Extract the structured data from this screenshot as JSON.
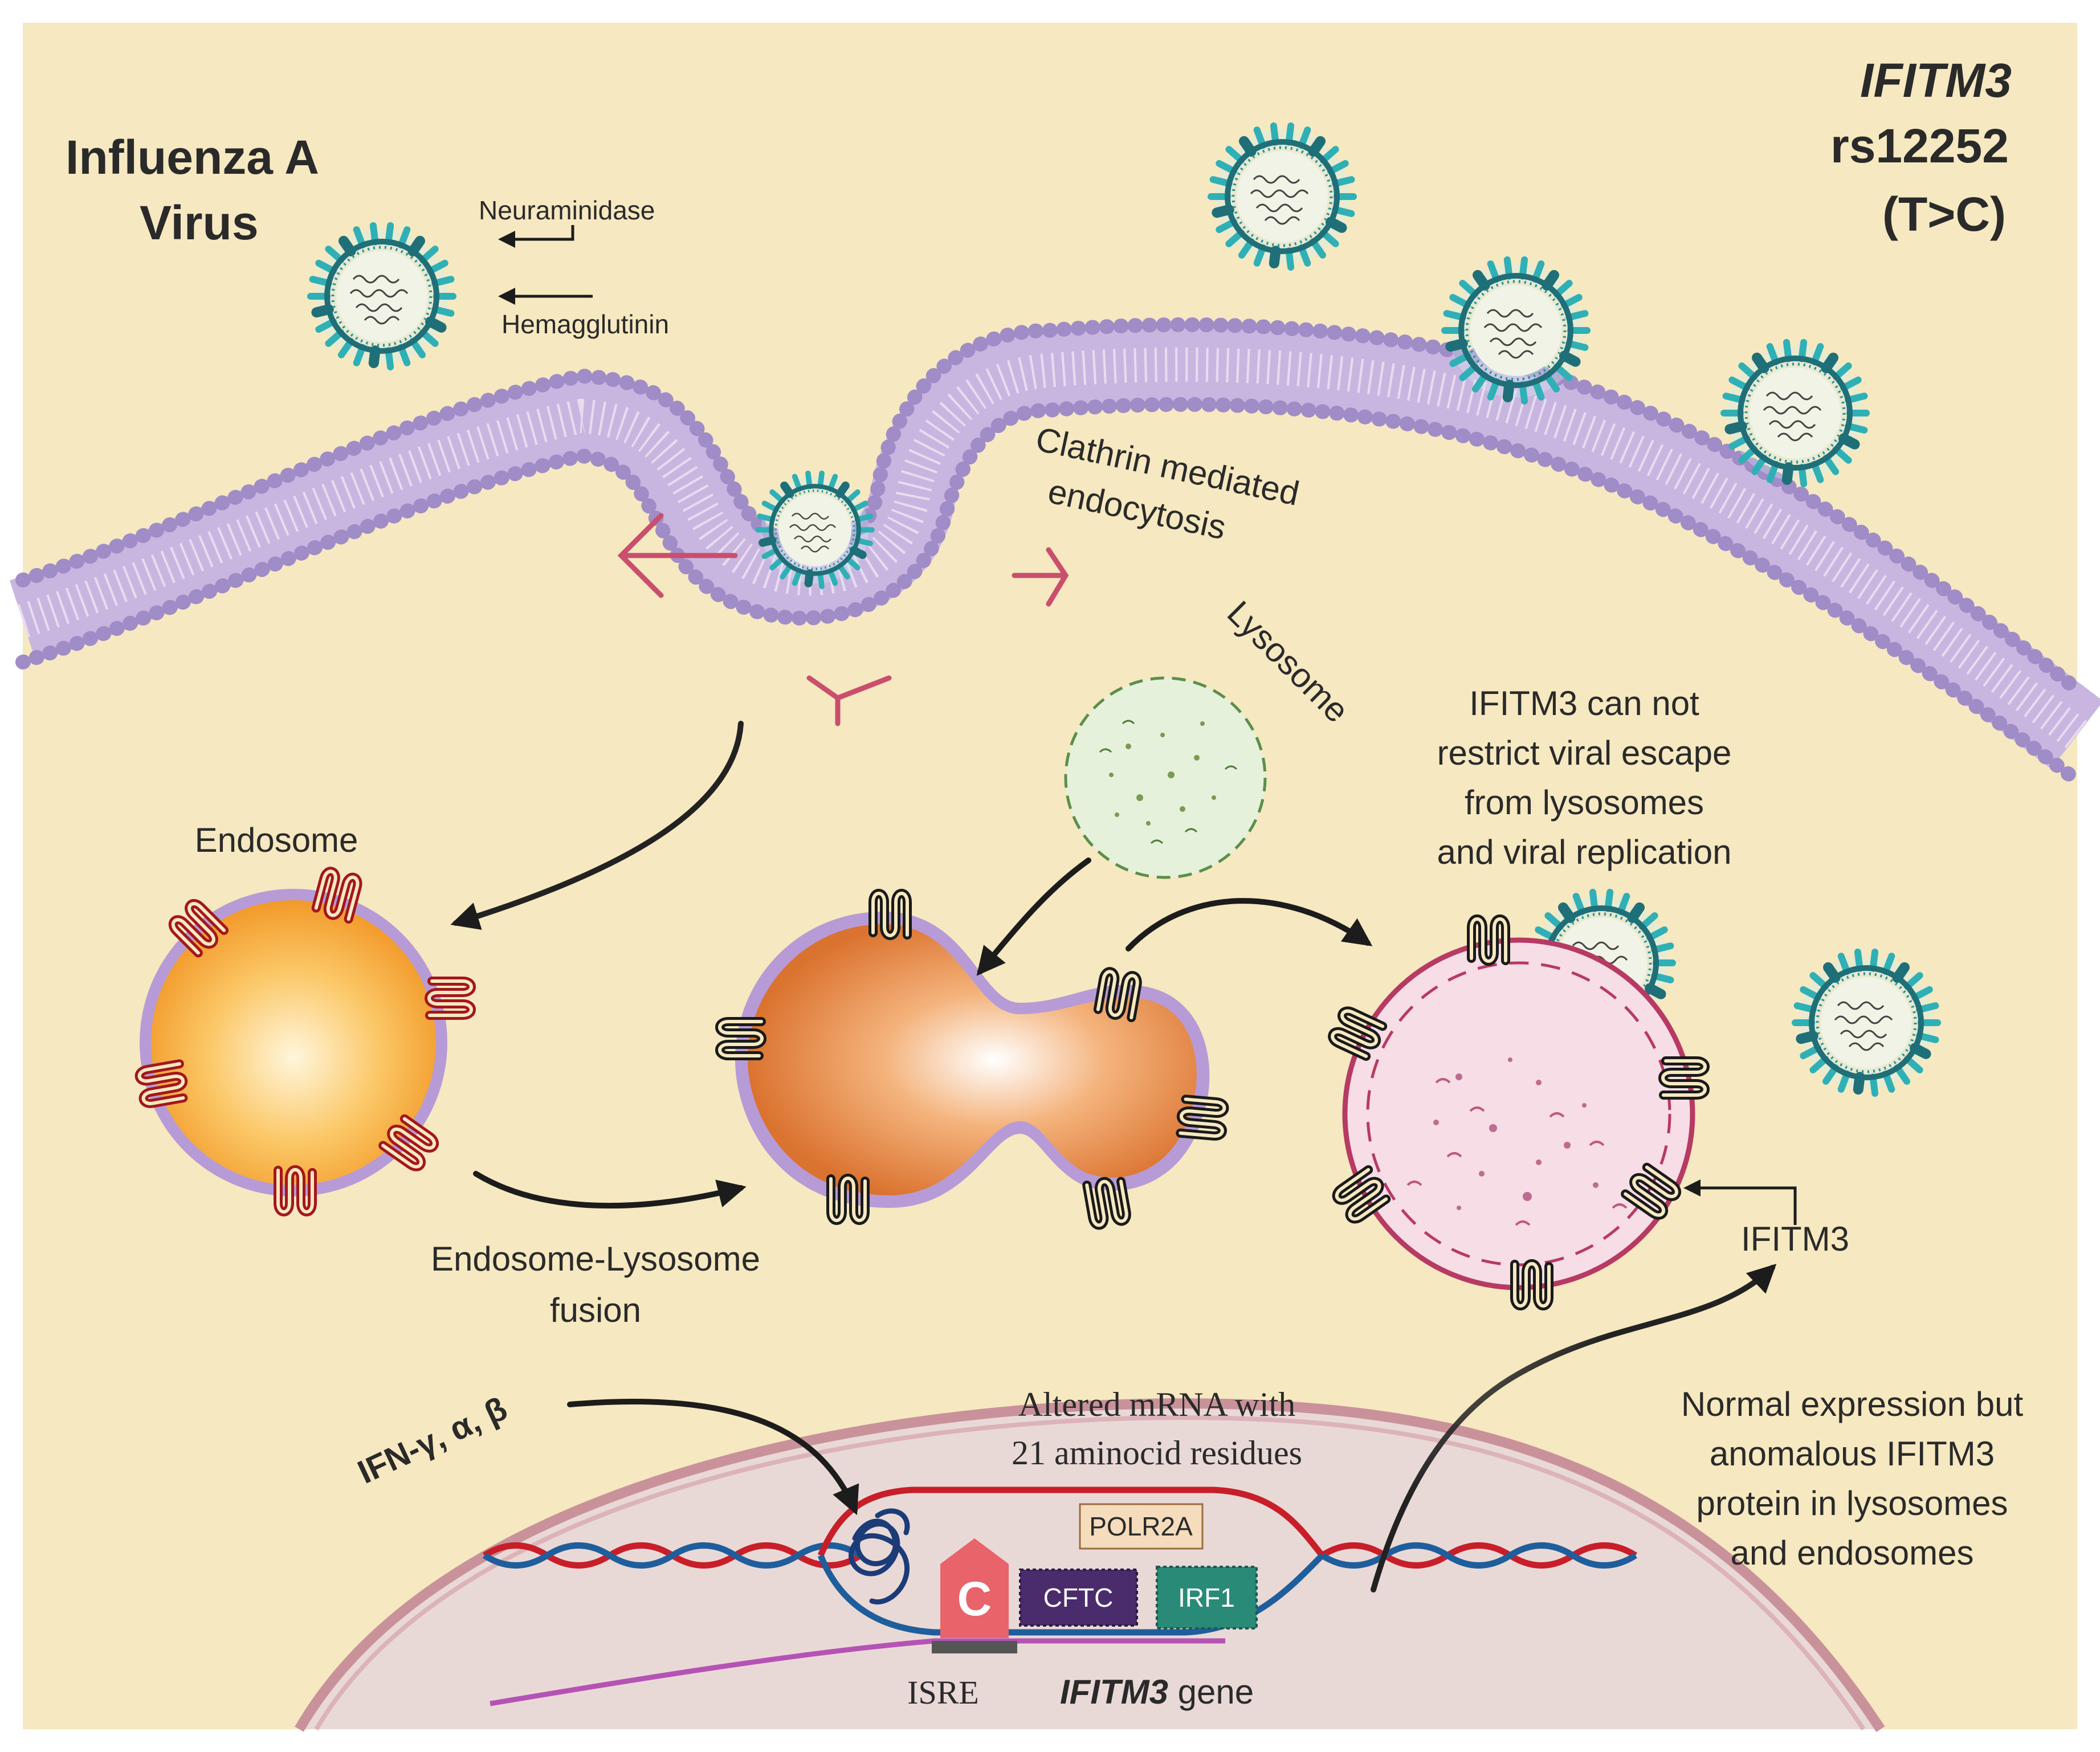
{
  "title": {
    "line1": "Influenza A",
    "line2": "Virus"
  },
  "variant": {
    "gene": "IFITM3",
    "snp": "rs12252",
    "allele": "(T>C)"
  },
  "virus_parts": {
    "neuraminidase": "Neuraminidase",
    "hemagglutinin": "Hemagglutinin"
  },
  "labels": {
    "clathrin_1": "Clathrin mediated",
    "clathrin_2": "endocytosis",
    "lysosome": "Lysosome",
    "endosome": "Endosome",
    "fusion_1": "Endosome-Lysosome",
    "fusion_2": "fusion",
    "restrict_1": "IFITM3 can not",
    "restrict_2": "restrict viral escape",
    "restrict_3": "from lysosomes",
    "restrict_4": "and viral replication",
    "ifitm3_protein": "IFITM3",
    "normal_1": "Normal expression but",
    "normal_2": "anomalous IFITM3",
    "normal_3": "protein in lysosomes",
    "normal_4": "and endosomes",
    "ifn": "IFN-γ, α, β",
    "mrna_1": "Altered mRNA with",
    "mrna_2": "21 aminocid residues",
    "polr2a": "POLR2A",
    "cftc": "CFTC",
    "irf1": "IRF1",
    "c_allele": "C",
    "isre": "ISRE",
    "gene_name": "IFITM3",
    "gene_suffix": " gene"
  },
  "colors": {
    "background": "#f6e8c0",
    "membrane_head": "#a08cc6",
    "membrane_tail": "#c9b6e0",
    "clathrin": "#c94f6d",
    "virus_spike_teal": "#2fb0b6",
    "virus_spike_dark": "#1f6f78",
    "endosome_fill": "#f7a73a",
    "fusion_fill": "#e0803a",
    "lysosome_fill": "#f6dde6",
    "lysosome_border": "#b73a63",
    "ifitm3_red": "#a3171c",
    "ifitm3_black": "#1a1a1a",
    "nucleus_fill": "#e9d9d6",
    "nucleus_border": "#c9929a",
    "dna_red": "#c81e2a",
    "dna_blue": "#1f5e9c",
    "mrna_purple": "#b553b5",
    "polr2a_fill": "#f4dcbc",
    "cftc_fill": "#4a2b6c",
    "irf1_fill": "#2a8a78",
    "c_allele_fill": "#e8636a"
  }
}
